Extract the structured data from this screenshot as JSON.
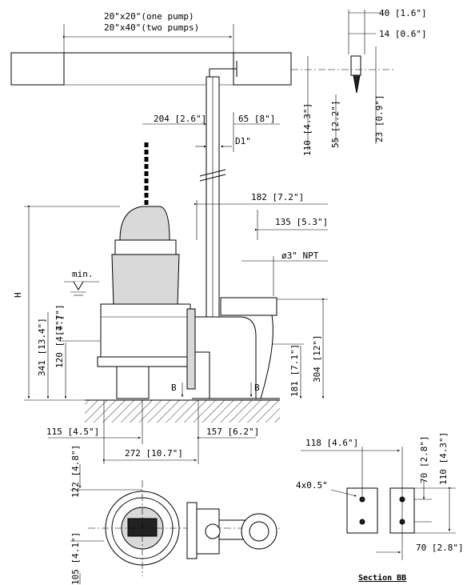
{
  "top": {
    "pit_line1": "20\"x20\"(one pump)",
    "pit_line2": "20\"x40\"(two pumps)",
    "dim_204": "204 [2.6\"]",
    "dim_65": "65  [8\"]",
    "d1": "D1\""
  },
  "guide_detail": {
    "dim_40": "40 [1.6\"]",
    "dim_14": "14 [0.6\"]",
    "dim_110": "110 [4.3\"]",
    "dim_55": "55 [2.2\"]",
    "dim_23": "23 [0.9\"]"
  },
  "side_view": {
    "dim_182": "182 [7.2\"]",
    "dim_135": "135 [5.3\"]",
    "npt": "ø3\" NPT",
    "min": "min.",
    "h": "H",
    "dim_341": "341 [13.4\"]",
    "dim_120": "120 [4.7\"]",
    "dim_304": "304 [12\"]",
    "dim_181": "181 [7.1\"]",
    "b_left": "B",
    "b_right": "B",
    "dim_115": "115 [4.5\"]",
    "dim_157": "157 [6.2\"]",
    "dim_272": "272 [10.7\"]"
  },
  "plan_view": {
    "dim_122": "122 [4.8\"]",
    "dim_105": "105 [4.1\"]"
  },
  "section_bb": {
    "dim_118": "118 [4.6\"]",
    "holes": "4x0.5\"",
    "dim_70v": "70 [2.8\"]",
    "dim_110": "110 [4.3\"]",
    "dim_70h": "70 [2.8\"]",
    "title": "Section  BB"
  }
}
